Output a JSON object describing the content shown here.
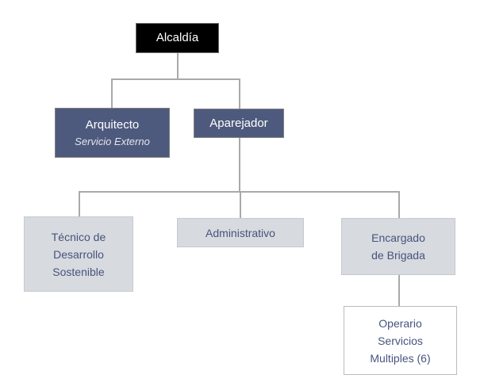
{
  "colors": {
    "node_black_bg": "#000000",
    "node_black_border": "#6b6b6b",
    "node_dark_bg": "#4e5a7d",
    "node_dark_border": "#808080",
    "node_light_bg": "#d7dade",
    "node_light_border": "#c6c9ce",
    "node_white_bg": "#ffffff",
    "node_white_border": "#b7bbc0",
    "text_light": "#ffffff",
    "text_sub": "#e4e4ec",
    "text_dark_blue": "#47537e",
    "connector": "#a9a9a9",
    "page_bg": "#ffffff"
  },
  "org": {
    "nodes": {
      "alcaldia": {
        "lines": [
          "Alcaldía"
        ]
      },
      "arquitecto": {
        "lines": [
          "Arquitecto"
        ],
        "sublabel": "Servicio Externo"
      },
      "aparejador": {
        "lines": [
          "Aparejador"
        ]
      },
      "tecnico": {
        "lines": [
          "Técnico de",
          "Desarrollo",
          "Sostenible"
        ]
      },
      "administrativo": {
        "lines": [
          "Administrativo"
        ]
      },
      "encargado": {
        "lines": [
          "Encargado",
          "de Brigada"
        ]
      },
      "operario": {
        "lines": [
          "Operario",
          "Servicios",
          "Multiples (6)"
        ]
      }
    }
  }
}
